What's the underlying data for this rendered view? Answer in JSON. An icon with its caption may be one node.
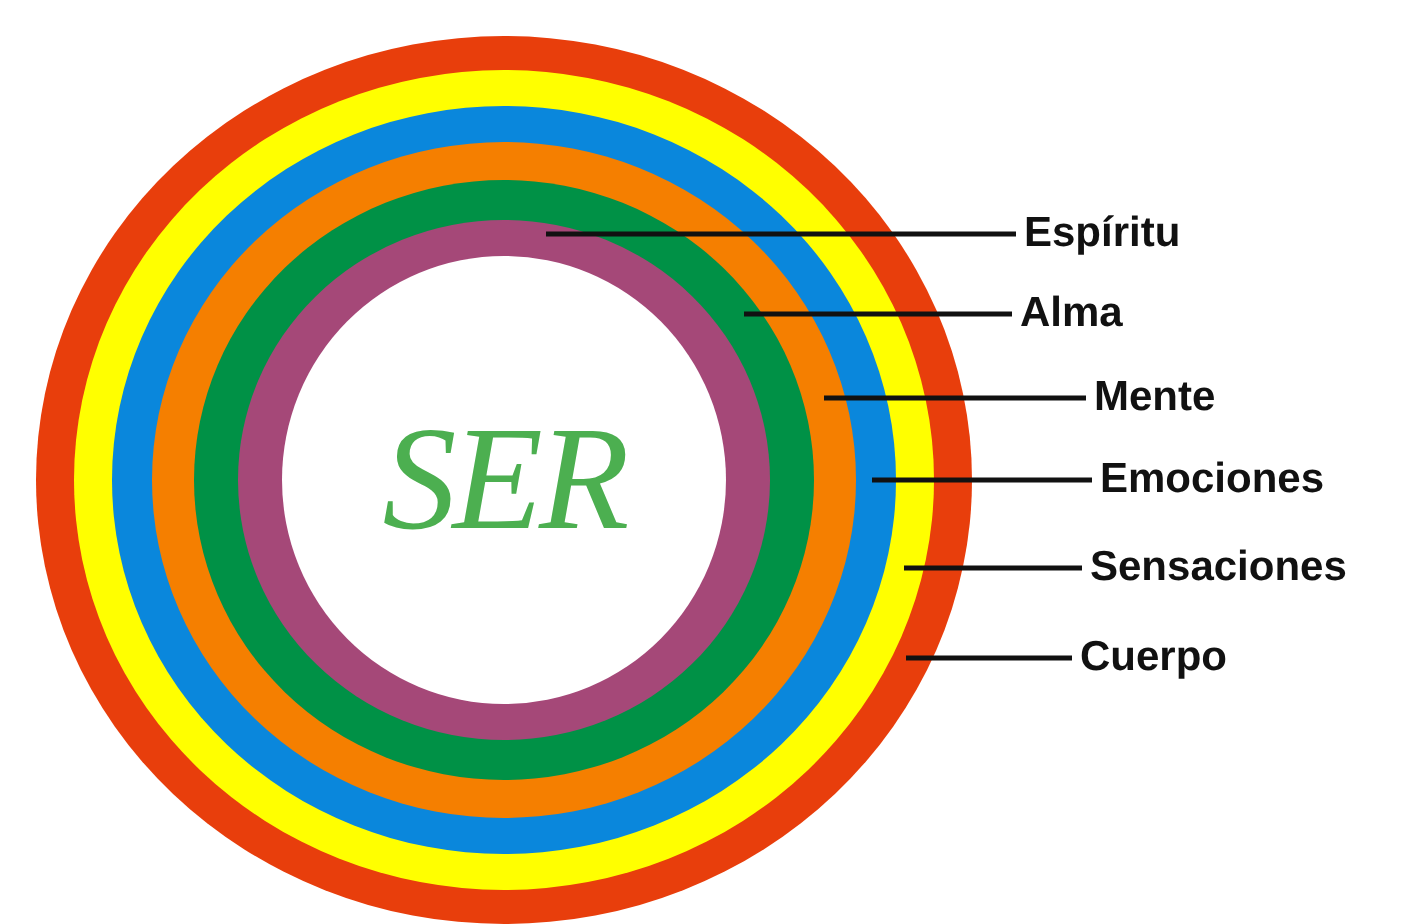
{
  "diagram": {
    "nodes": [
      {
        "text": [],
        "shape": "circle"
      },
      {
        "text": [],
        "shape": "circle",
        "in": 0
      },
      {
        "text": [],
        "shape": "circle",
        "in": 1
      },
      {
        "text": [],
        "shape": "circle",
        "in": 2
      },
      {
        "text": [],
        "shape": "circle",
        "in": 3
      },
      {
        "text": [],
        "shape": "circle",
        "in": 4
      },
      {
        "text": [
          "SER"
        ],
        "in": 5
      },
      {
        "text": [
          "Espíritu"
        ]
      },
      {
        "text": [
          "Alma"
        ]
      },
      {
        "text": [
          "Mente"
        ]
      },
      {
        "text": [
          "Emociones"
        ]
      },
      {
        "text": [
          "Sensaciones"
        ]
      },
      {
        "text": [
          "Cuerpo"
        ]
      }
    ],
    "edges": [
      {
        "from": 7,
        "to": 5,
        "arrow": "none"
      },
      {
        "from": 8,
        "to": 4,
        "arrow": "none"
      },
      {
        "from": 9,
        "to": 3,
        "arrow": "none"
      },
      {
        "from": 10,
        "to": 2,
        "arrow": "none"
      },
      {
        "from": 11,
        "to": 1,
        "arrow": "none"
      },
      {
        "from": 12,
        "to": 0,
        "arrow": "none"
      }
    ]
  }
}
